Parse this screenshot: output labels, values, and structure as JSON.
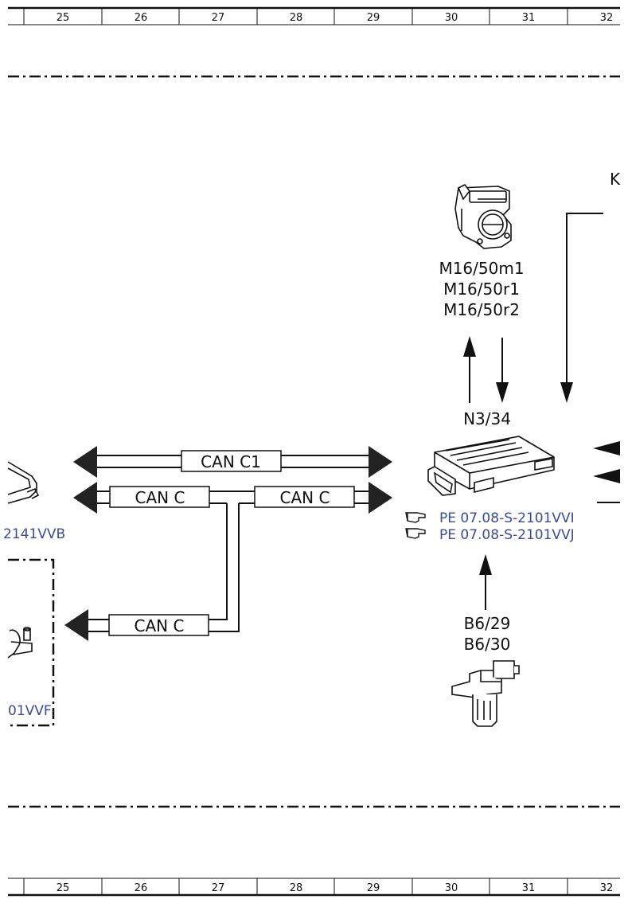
{
  "ruler": {
    "columns": [
      "25",
      "26",
      "27",
      "28",
      "29",
      "30",
      "31",
      "32"
    ]
  },
  "components": {
    "throttle": {
      "lines": [
        "M16/50m1",
        "M16/50r1",
        "M16/50r2"
      ]
    },
    "ecu": {
      "label": "N3/34"
    },
    "sensor": {
      "lines": [
        "B6/29",
        "B6/30"
      ]
    },
    "edge_label": "K"
  },
  "buses": {
    "can_c1": "CAN C1",
    "can_c_left": "CAN C",
    "can_c_right": "CAN C",
    "can_c_lower": "CAN C"
  },
  "references": {
    "ecu_refs": [
      "PE 07.08-S-2101VVI",
      "PE 07.08-S-2101VVJ"
    ],
    "left_ref_upper": "2141VVB",
    "left_ref_lower": "01VVF"
  },
  "icons": {
    "reference_pointer": "pointing-hand-icon"
  }
}
